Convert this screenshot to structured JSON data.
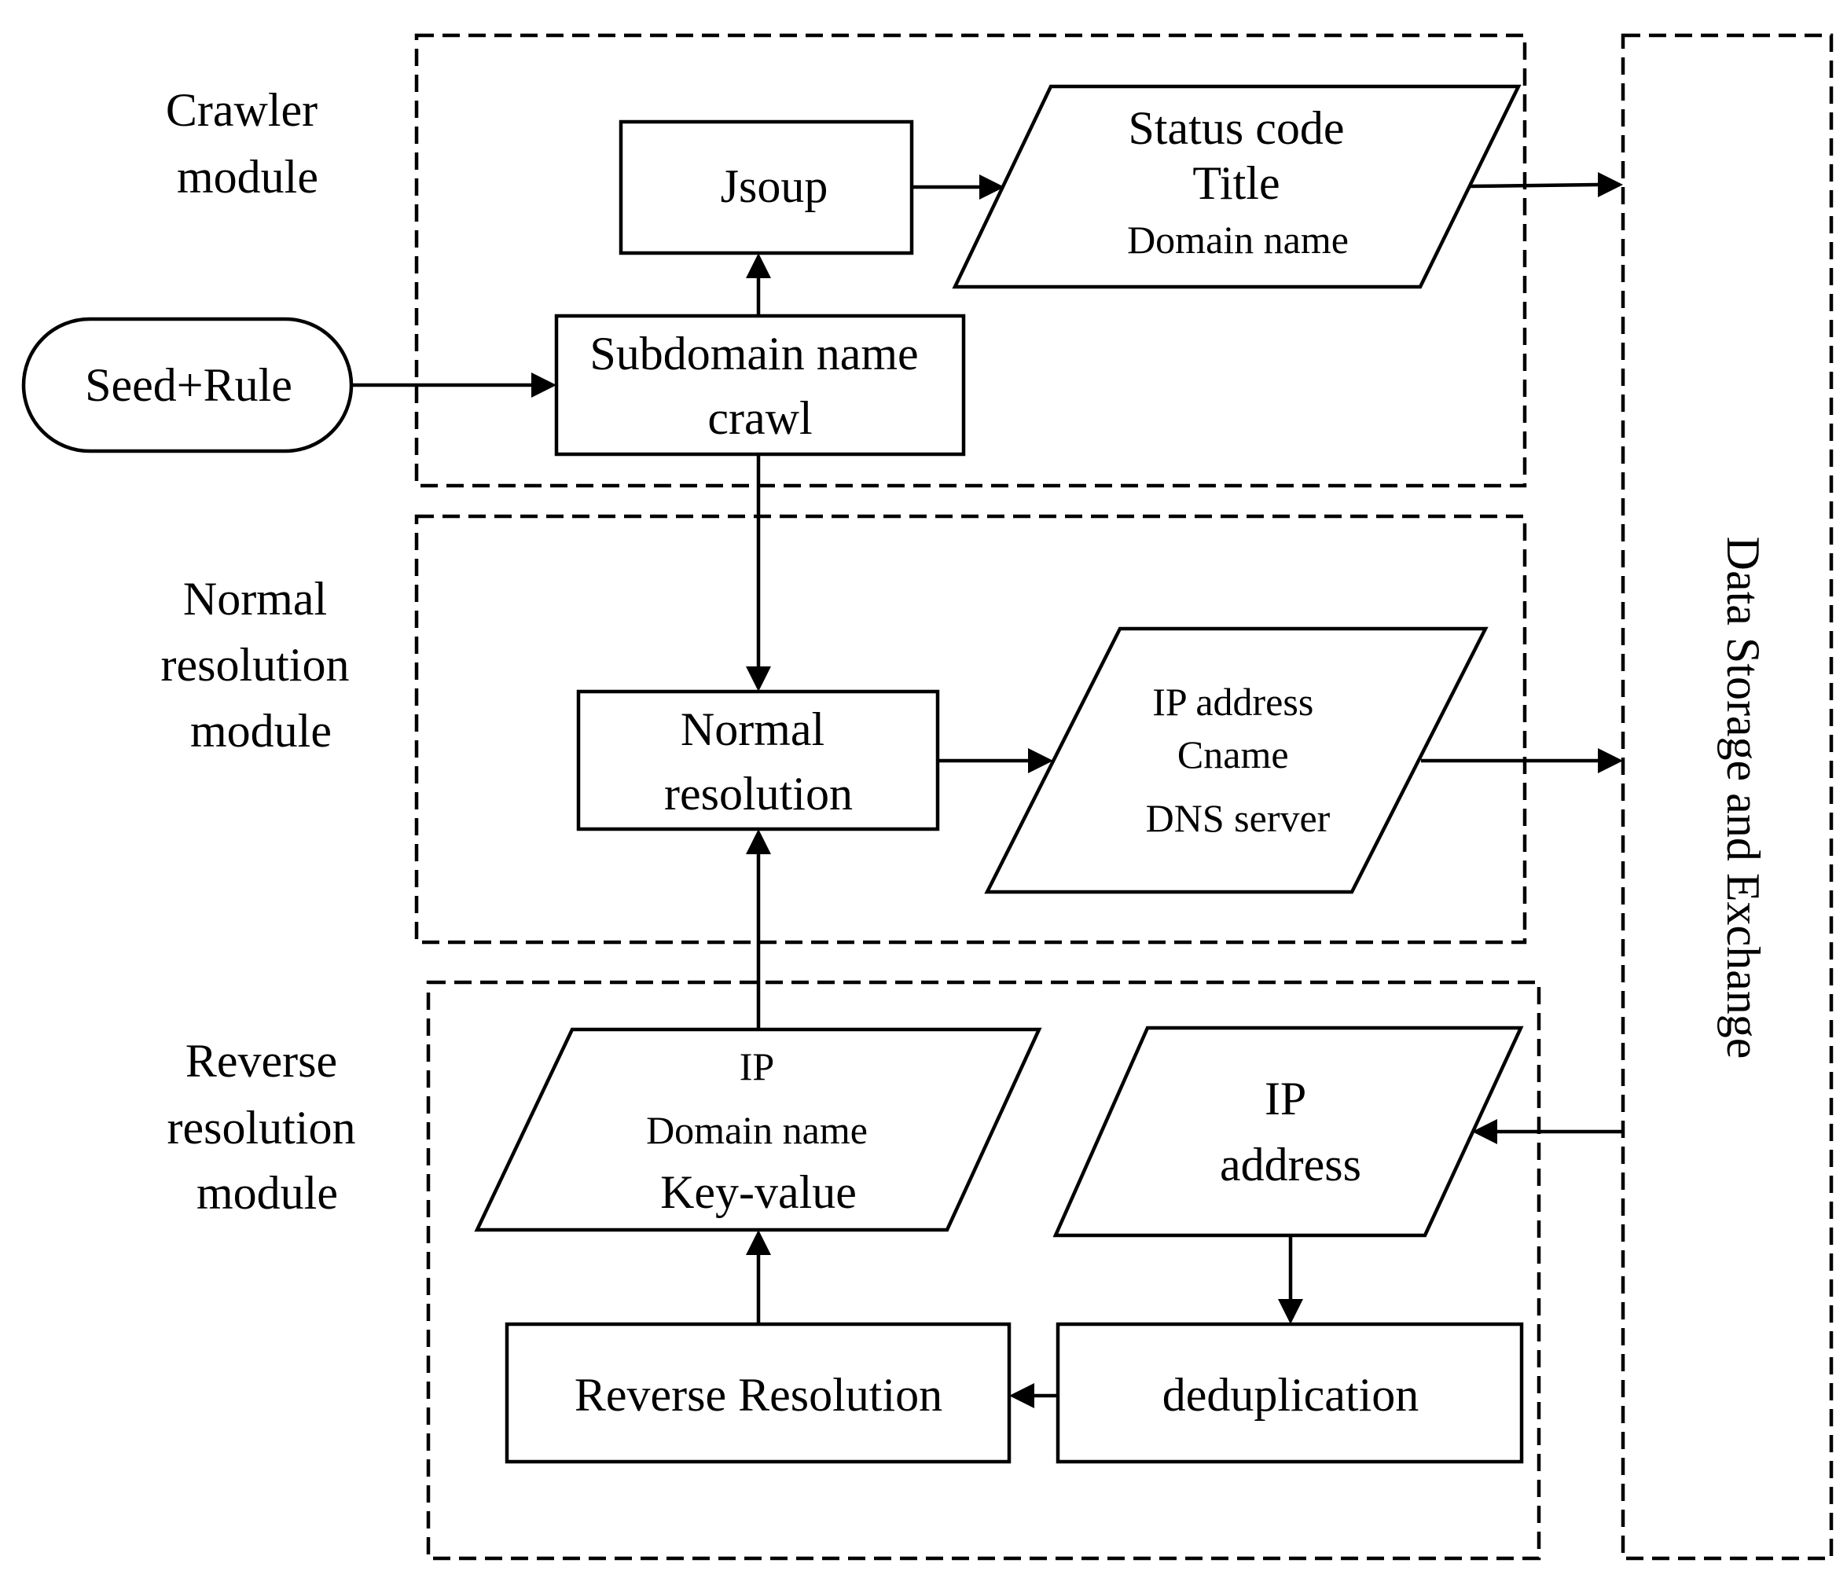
{
  "modules": {
    "crawler": [
      "Crawler",
      "module"
    ],
    "normal": [
      "Normal",
      "resolution",
      "module"
    ],
    "reverse": [
      "Reverse",
      "resolution",
      "module"
    ]
  },
  "storage": {
    "label": "Data Storage and Exchange"
  },
  "nodes": {
    "seed_rule": "Seed+Rule",
    "jsoup": "Jsoup",
    "subdomain_crawl": [
      "Subdomain name",
      "crawl"
    ],
    "crawl_output": [
      "Status code",
      "Title",
      "Domain name"
    ],
    "normal_resolution": [
      "Normal",
      "resolution"
    ],
    "normal_output": [
      "IP address",
      "Cname",
      "DNS server"
    ],
    "reverse_output": [
      "IP",
      "Domain name",
      "Key-value"
    ],
    "ip_address": [
      "IP",
      "address"
    ],
    "reverse_resolution": "Reverse Resolution",
    "deduplication": "deduplication"
  },
  "edges": [
    {
      "from": "seed_rule",
      "to": "subdomain_crawl"
    },
    {
      "from": "subdomain_crawl",
      "to": "jsoup"
    },
    {
      "from": "jsoup",
      "to": "crawl_output"
    },
    {
      "from": "crawl_output",
      "to": "storage"
    },
    {
      "from": "subdomain_crawl",
      "to": "normal_resolution"
    },
    {
      "from": "normal_resolution",
      "to": "normal_output"
    },
    {
      "from": "normal_output",
      "to": "storage"
    },
    {
      "from": "storage",
      "to": "ip_address"
    },
    {
      "from": "ip_address",
      "to": "deduplication"
    },
    {
      "from": "deduplication",
      "to": "reverse_resolution"
    },
    {
      "from": "reverse_resolution",
      "to": "reverse_output"
    },
    {
      "from": "reverse_output",
      "to": "normal_resolution"
    }
  ]
}
